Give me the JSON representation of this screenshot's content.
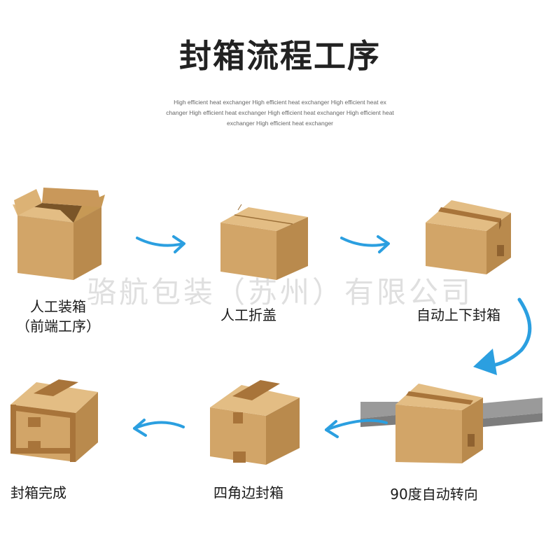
{
  "title": "封箱流程工序",
  "subtitle_lines": [
    "High efficient heat exchanger  High efficient heat exchanger  High efficient heat ex",
    "changer High efficient heat exchanger  High efficient heat exchanger  High efficient heat",
    "exchanger High efficient heat exchanger"
  ],
  "steps": [
    {
      "label": "人工装箱",
      "sublabel": "（前端工序）"
    },
    {
      "label": "人工折盖"
    },
    {
      "label": "自动上下封箱"
    },
    {
      "label": "90度自动转向"
    },
    {
      "label": "四角边封箱"
    },
    {
      "label": "封箱完成"
    }
  ],
  "watermark": "骆航包装（苏州）有限公司",
  "colors": {
    "box_front": "#d2a568",
    "box_side": "#b98a4d",
    "box_top": "#e3bd84",
    "tape": "#a8743a",
    "arrow": "#2b9fe0",
    "rail": "#8f8f8f"
  }
}
